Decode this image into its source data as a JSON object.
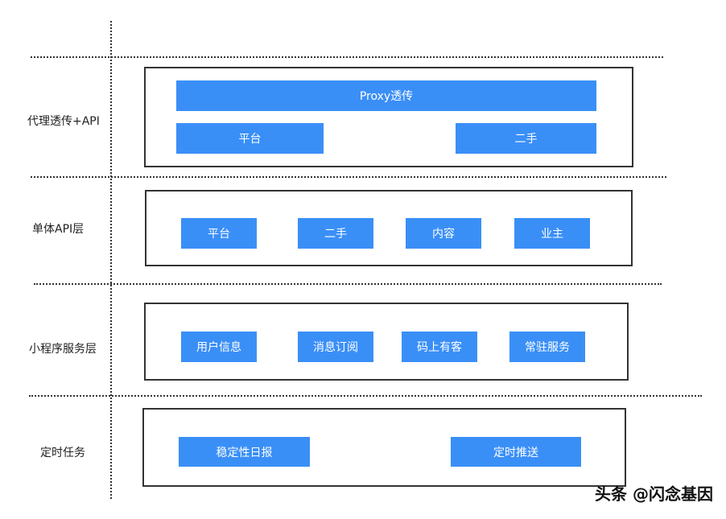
{
  "layers": [
    {
      "label": "代理透传+API",
      "blocks": [
        "Proxy透传",
        "平台",
        "二手"
      ]
    },
    {
      "label": "单体API层",
      "blocks": [
        "平台",
        "二手",
        "内容",
        "业主"
      ]
    },
    {
      "label": "小程序服务层",
      "blocks": [
        "用户信息",
        "消息订阅",
        "码上有客",
        "常驻服务"
      ]
    },
    {
      "label": "定时任务",
      "blocks": [
        "稳定性日报",
        "定时推送"
      ]
    }
  ],
  "watermark": "头条 @闪念基因",
  "colors": {
    "block": "#3a8ff7",
    "line": "#333333"
  }
}
